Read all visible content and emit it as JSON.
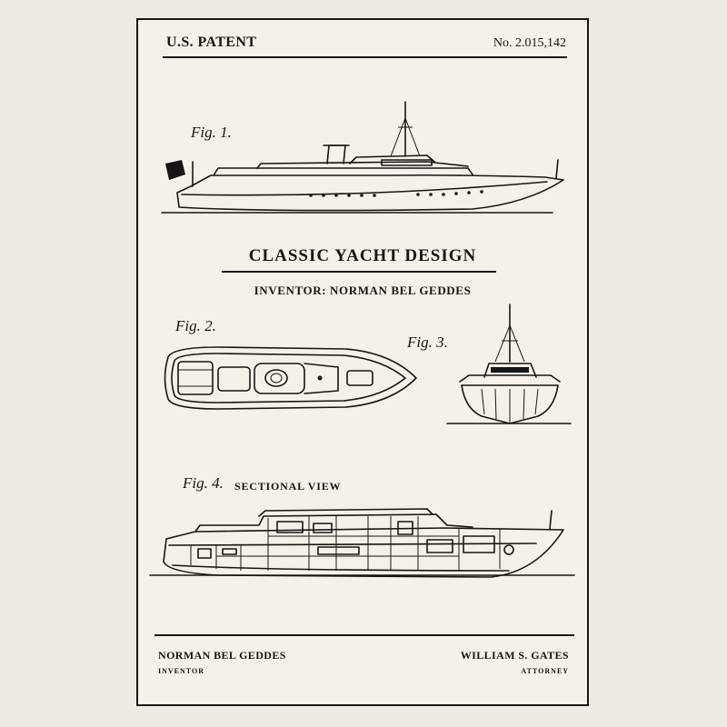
{
  "header": {
    "left": "U.S. PATENT",
    "right": "No. 2.015,142"
  },
  "figures": {
    "fig1": "Fig. 1.",
    "fig2": "Fig. 2.",
    "fig3": "Fig. 3.",
    "fig4": "Fig. 4.",
    "fig4_caption": "SECTIONAL VIEW"
  },
  "title": "CLASSIC YACHT  DESIGN",
  "inventor_line": "INVENTOR: NORMAN BEL GEDDES",
  "footer": {
    "inventor_name": "NORMAN BEL GEDDES",
    "inventor_role": "INVENTOR",
    "attorney_name": "WILLIAM S. GATES",
    "attorney_role": "ATTORNEY"
  },
  "icons": {
    "fig1": "yacht-side-elevation-drawing",
    "fig2": "yacht-top-plan-drawing",
    "fig3": "yacht-front-elevation-drawing",
    "fig4": "yacht-sectional-drawing"
  },
  "colors": {
    "background": "#efebe2",
    "paper": "#f5f1e8",
    "ink": "#161616"
  }
}
